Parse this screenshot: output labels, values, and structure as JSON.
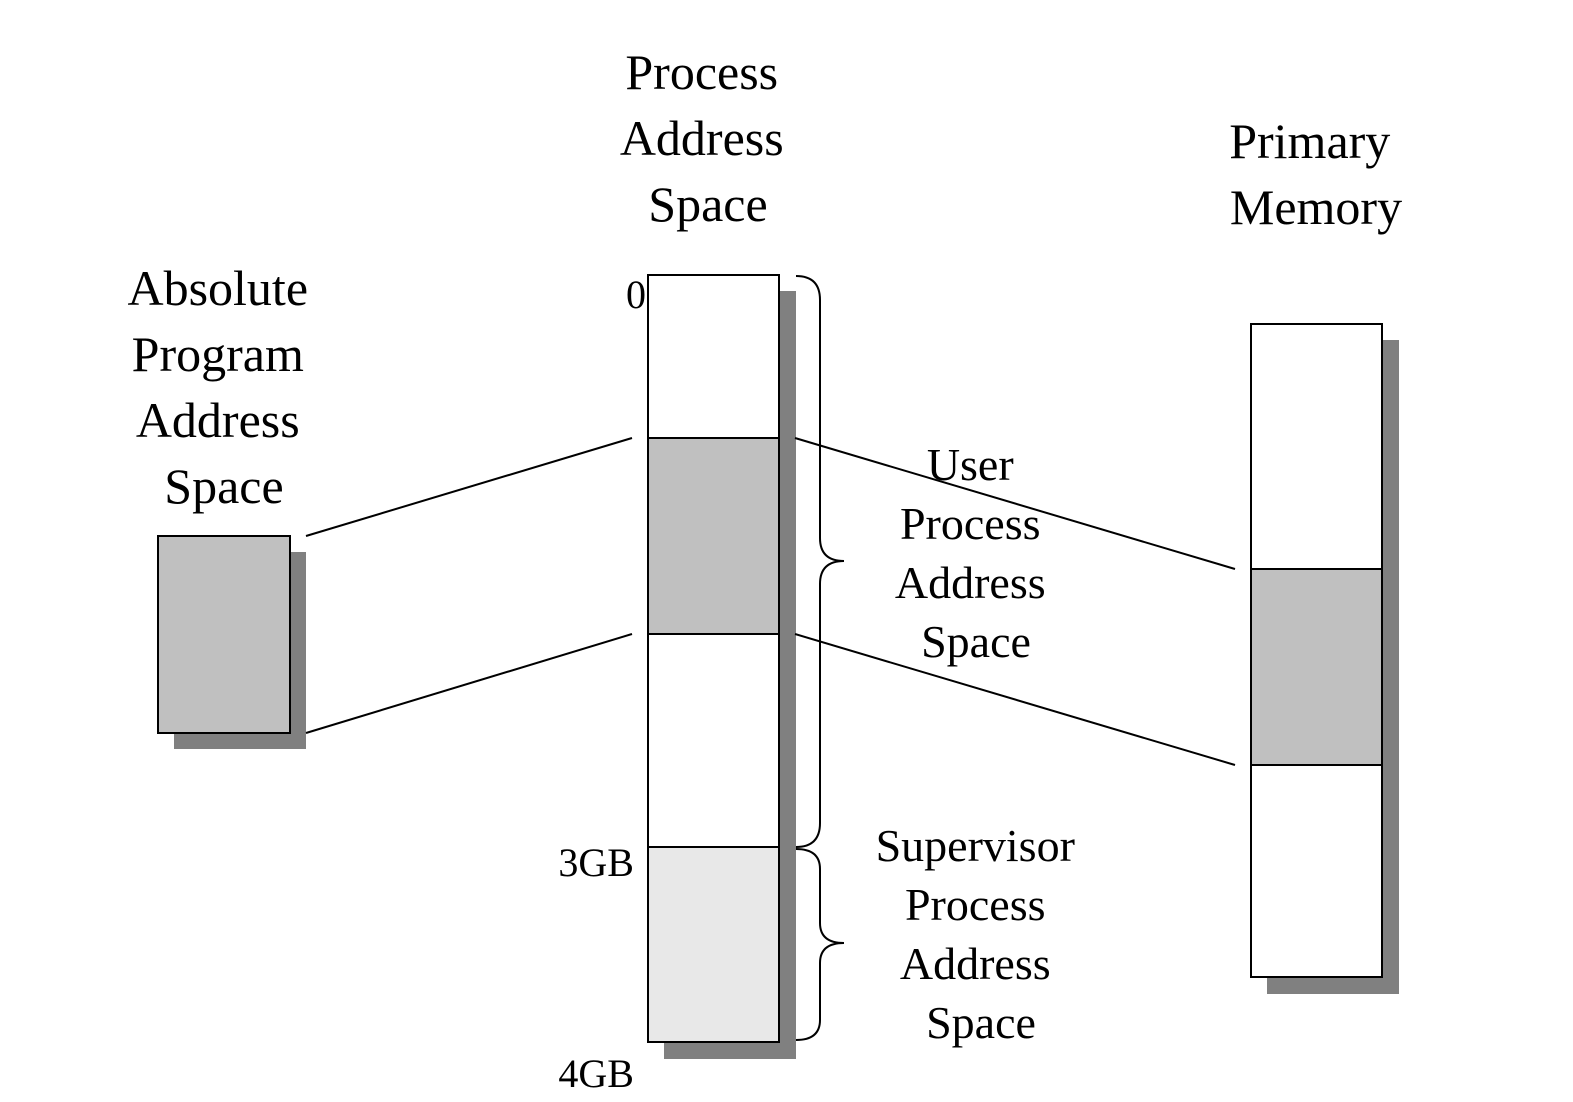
{
  "headings": {
    "absolute_program_address_space": [
      "Absolute",
      "Program",
      "Address",
      "Space"
    ],
    "process_address_space": [
      "Process",
      "Address",
      "Space"
    ],
    "primary_memory": [
      "Primary",
      "Memory"
    ]
  },
  "region_labels": {
    "user_process_address_space": [
      "User",
      "Process",
      "Address",
      "Space"
    ],
    "supervisor_process_address_space": [
      "Supervisor",
      "Process",
      "Address",
      "Space"
    ]
  },
  "address_markers": {
    "start": "0",
    "user_supervisor_boundary": "3GB",
    "end": "4GB"
  },
  "colors": {
    "mapped_region": "#c0c0c0",
    "supervisor_region": "#e8e8e8",
    "unmapped_region": "#ffffff",
    "shadow": "#808080"
  }
}
